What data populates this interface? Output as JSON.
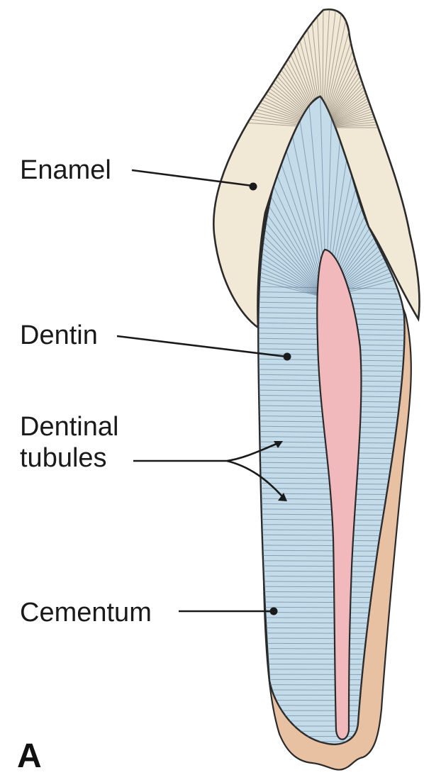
{
  "figure": {
    "panel_label": "A",
    "labels": {
      "enamel": "Enamel",
      "dentin": "Dentin",
      "dentinal_tubules_line1": "Dentinal",
      "dentinal_tubules_line2": "tubules",
      "cementum": "Cementum"
    }
  },
  "colors": {
    "enamel": "#f1e8d6",
    "enamel_outline": "#2a2a2a",
    "dentin": "#c4dbe9",
    "pulp": "#f2b9bd",
    "cementum": "#e8c0a2",
    "tubule_lines": "#56708a",
    "enamel_rods": "#6f6656",
    "leader_lines": "#1a1a1a"
  }
}
